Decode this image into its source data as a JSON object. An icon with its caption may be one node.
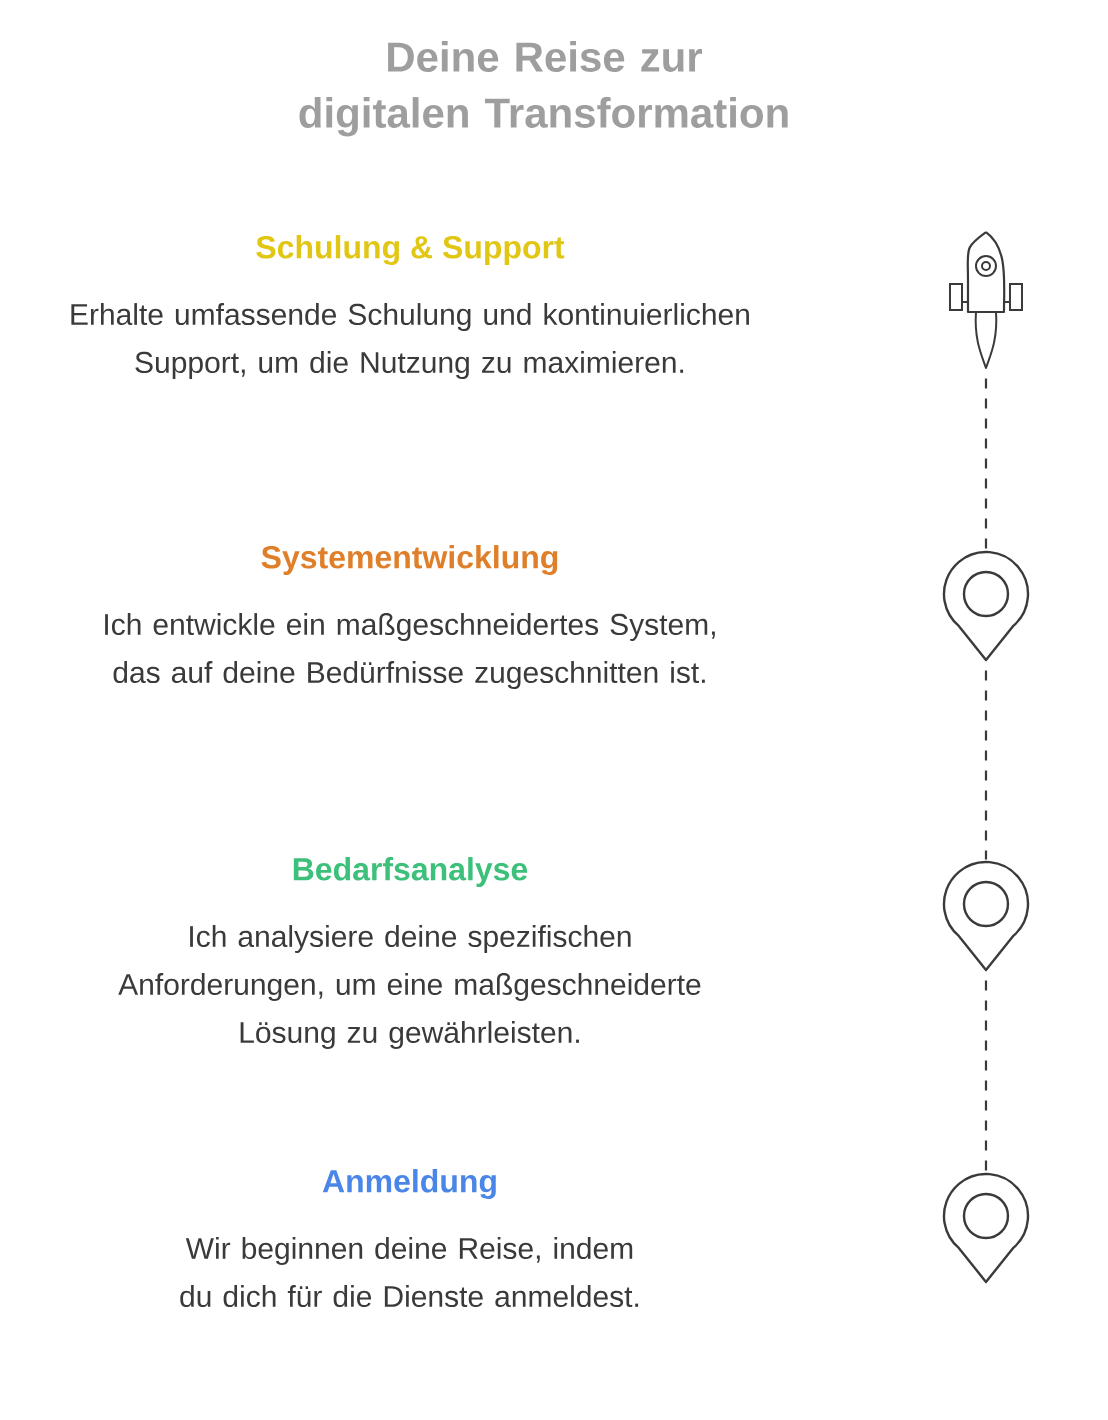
{
  "diagram": {
    "title": "Deine Reise zur digitalen Transformation",
    "nodes": [
      {
        "text": [],
        "shape": "rocket",
        "beside": [
          "Schulung & Support",
          "Erhalte umfassende Schulung und kontinuierlichen Support, um die Nutzung zu maximieren."
        ]
      },
      {
        "text": [],
        "shape": "pin",
        "beside": [
          "Systementwicklung",
          "Ich entwickle ein maßgeschneidertes System, das auf deine Bedürfnisse zugeschnitten ist."
        ]
      },
      {
        "text": [],
        "shape": "pin",
        "beside": [
          "Bedarfsanalyse",
          "Ich analysiere deine spezifischen Anforderungen, um eine maßgeschneiderte Lösung zu gewährleisten."
        ]
      },
      {
        "text": [],
        "shape": "pin",
        "beside": [
          "Anmeldung",
          "Wir beginnen deine Reise, indem du dich für die Dienste anmeldest."
        ]
      }
    ],
    "edges": [
      {
        "from": 0,
        "to": 1,
        "arrow": "none",
        "style": "dashed"
      },
      {
        "from": 1,
        "to": 2,
        "arrow": "none",
        "style": "dashed"
      },
      {
        "from": 2,
        "to": 3,
        "arrow": "none",
        "style": "dashed"
      }
    ]
  }
}
